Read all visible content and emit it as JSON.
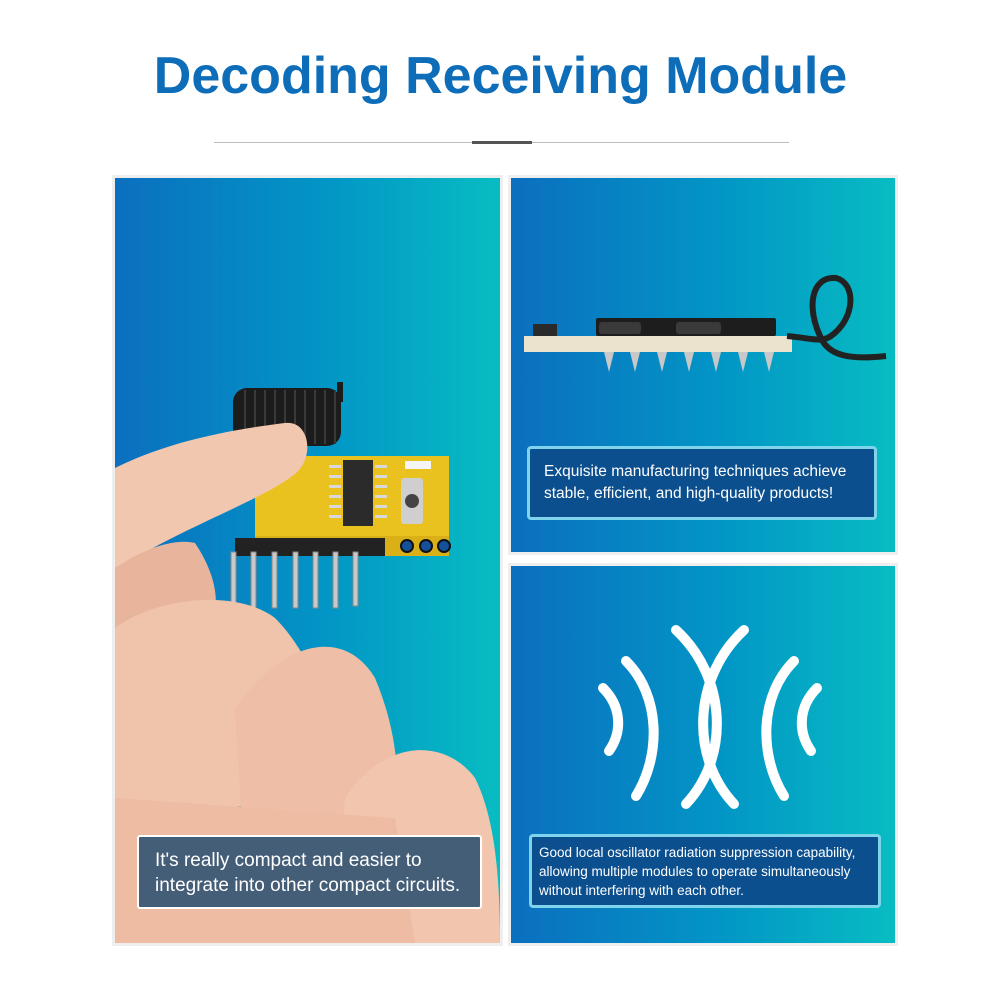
{
  "header": {
    "title": "Decoding Receiving Module"
  },
  "colors": {
    "title": "#0d6db8",
    "gradient_start": "#0b6fbf",
    "gradient_end": "#08bcc2",
    "caption_left_bg": "#455e78",
    "caption_right_bg": "#0b4f8e",
    "caption_right_border": "#7fd4ec"
  },
  "panels": {
    "left": {
      "image": "hand-holding-receiver-module-photo",
      "caption_lines": [
        "It's really compact and easier to",
        "integrate into other compact circuits."
      ]
    },
    "right_top": {
      "image": "module-side-view-photo",
      "caption_lines": [
        "Exquisite manufacturing techniques achieve",
        "stable, efficient, and high-quality products!"
      ]
    },
    "right_bottom": {
      "icon": "signal-waves-icon",
      "caption_lines": [
        "Good local oscillator radiation suppression capability,",
        "allowing multiple modules to operate simultaneously",
        "without interfering with each other."
      ]
    }
  }
}
